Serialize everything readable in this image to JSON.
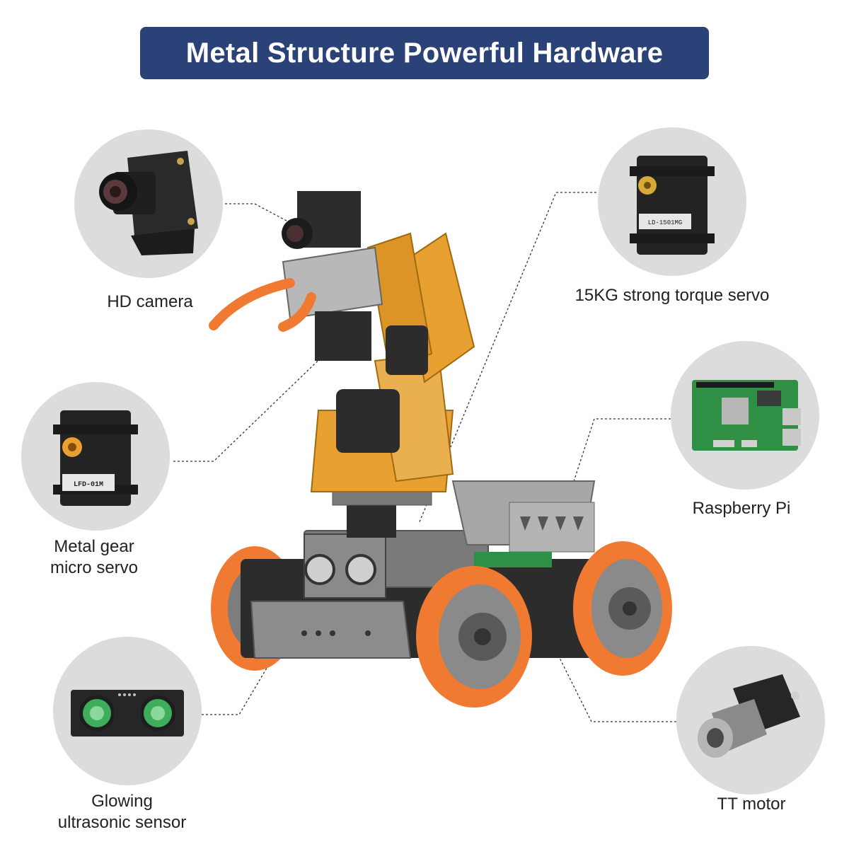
{
  "banner": {
    "title": "Metal Structure Powerful Hardware"
  },
  "components": {
    "hd_camera": {
      "label": "HD camera"
    },
    "servo_15kg": {
      "label": "15KG strong torque servo",
      "servo_marking": "LD-1501MG"
    },
    "micro_servo": {
      "label_line1": "Metal gear",
      "label_line2": "micro servo",
      "servo_marking": "LFD-01M"
    },
    "raspberry_pi": {
      "label": "Raspberry Pi"
    },
    "ultrasonic": {
      "label_line1": "Glowing",
      "label_line2": "ultrasonic sensor"
    },
    "tt_motor": {
      "label": "TT motor"
    }
  },
  "colors": {
    "banner_bg": "#2b4279",
    "circle_bg": "#dcdcdc",
    "arm_gold": "#e8a030",
    "wheel_orange": "#f07a32",
    "wheel_gray": "#8a8a8a",
    "sensor_green": "#3fae5c",
    "pcb_green": "#2f8f45"
  },
  "icons": {
    "hd_camera": "camera-module-icon",
    "servo_15kg": "servo-icon",
    "micro_servo": "micro-servo-icon",
    "raspberry_pi": "circuit-board-icon",
    "ultrasonic": "ultrasonic-sensor-icon",
    "tt_motor": "gear-motor-icon"
  }
}
